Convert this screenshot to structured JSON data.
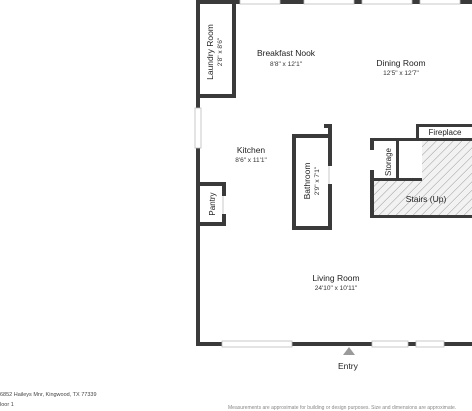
{
  "floorplan": {
    "rooms": {
      "laundry": {
        "name": "Laundry Room",
        "dims": "2'8\" x 8'6\""
      },
      "breakfast": {
        "name": "Breakfast Nook",
        "dims": "8'8\" x 12'1\""
      },
      "dining": {
        "name": "Dining Room",
        "dims": "12'5\" x 12'7\""
      },
      "fireplace": {
        "name": "Fireplace"
      },
      "storage": {
        "name": "Storage"
      },
      "kitchen": {
        "name": "Kitchen",
        "dims": "8'6\" x 11'1\""
      },
      "bathroom": {
        "name": "Bathroom",
        "dims": "2'9\" x 7'1\""
      },
      "pantry": {
        "name": "Pantry"
      },
      "stairs": {
        "name": "Stairs (Up)"
      },
      "living": {
        "name": "Living Room",
        "dims": "24'10\" x 10'11\""
      }
    },
    "entry_label": "Entry",
    "address": "6852 Haileys Mnr, Kingwood, TX 77339",
    "floor_label": "loor 1",
    "disclaimer": "Measurements are approximate for building or design purposes. Size and dimensions are approximate."
  }
}
